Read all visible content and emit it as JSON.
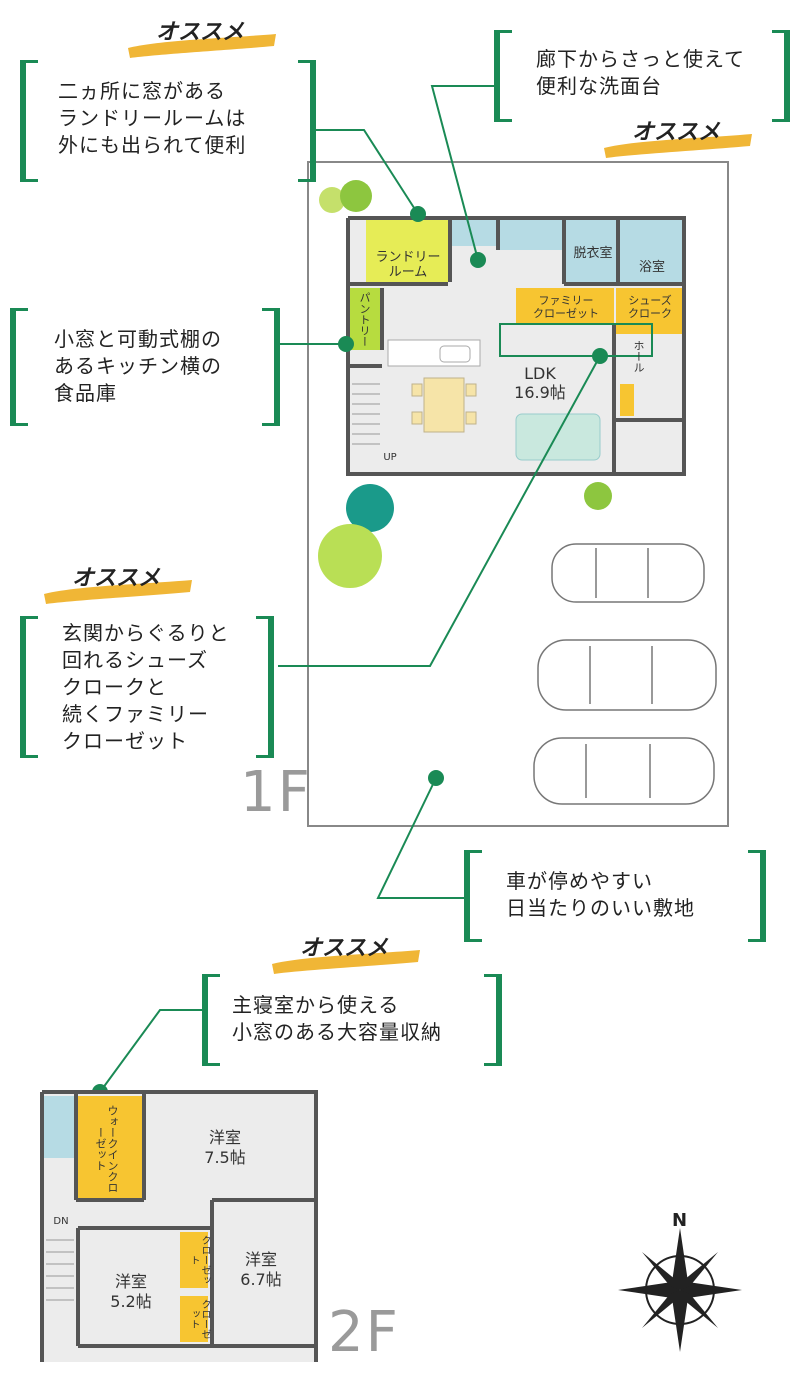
{
  "badge": {
    "text": "オススメ"
  },
  "callouts": {
    "laundry": {
      "lines": [
        "二ヵ所に窓がある",
        "ランドリールームは",
        "外にも出られて便利"
      ]
    },
    "washbasin": {
      "lines": [
        "廊下からさっと使えて",
        "便利な洗面台"
      ]
    },
    "pantry": {
      "lines": [
        "小窓と可動式棚の",
        "あるキッチン横の",
        "食品庫"
      ]
    },
    "shoes": {
      "lines": [
        "玄関からぐるりと",
        "回れるシューズ",
        "クロークと",
        "続くファミリー",
        "クローゼット"
      ]
    },
    "parking": {
      "lines": [
        "車が停めやすい",
        "日当たりのいい敷地"
      ]
    },
    "storage": {
      "lines": [
        "主寝室から使える",
        "小窓のある大容量収納"
      ]
    }
  },
  "floor1": {
    "label": "1F",
    "rooms": {
      "laundry": [
        "ランドリー",
        "ルーム"
      ],
      "dressing": "脱衣室",
      "bath": "浴室",
      "pantry": "パントリー",
      "family_closet": [
        "ファミリー",
        "クローゼット"
      ],
      "shoes_cloak": [
        "シューズ",
        "クローク"
      ],
      "hall": "ホール",
      "ldk": [
        "LDK",
        "16.9帖"
      ],
      "up": "UP"
    }
  },
  "floor2": {
    "label": "2F",
    "rooms": {
      "walkin": "ウォークインクローゼット",
      "western1": [
        "洋室",
        "7.5帖"
      ],
      "western2": [
        "洋室",
        "6.7帖"
      ],
      "western3": [
        "洋室",
        "5.2帖"
      ],
      "closet1": "クローゼット",
      "closet2": "クローゼット",
      "dn": "DN"
    }
  },
  "compass": {
    "north": "N"
  },
  "colors": {
    "green": "#1a8a55",
    "yellow": "#f7c531",
    "lime": "#e6ec56",
    "limegreen": "#b7dc3f",
    "water": "#b6dbe4",
    "floor": "#e8e8e8",
    "badge": "#f0b636"
  }
}
